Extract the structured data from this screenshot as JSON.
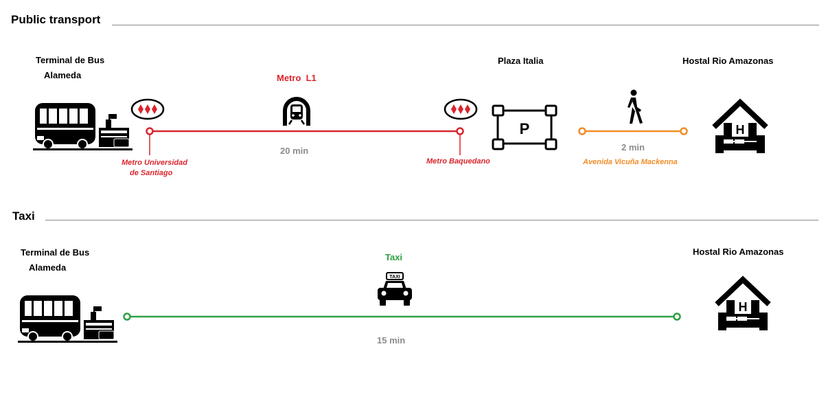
{
  "colors": {
    "metro": "#d9252d",
    "walk": "#f28c28",
    "taxi": "#2ea043",
    "muted": "#8c8c8c",
    "ink": "#000000"
  },
  "public_transport": {
    "title": "Public transport",
    "origin": {
      "line1": "Terminal de Bus",
      "line2": "Alameda",
      "icon": "bus-terminal-icon"
    },
    "metro_badge_icon": "metro-logo-icon",
    "metro_line_label": "Metro  L1",
    "metro_duration": "20 min",
    "station_start": {
      "line1": "Metro Universidad",
      "line2": "de Santiago"
    },
    "station_end": "Metro Baquedano",
    "transfer_point": {
      "label": "Plaza Italia",
      "icon": "parking-icon",
      "glyph": "P"
    },
    "walk_duration": "2 min",
    "walk_street": "Avenida Vicuña Mackenna",
    "destination": {
      "label": "Hostal Rio Amazonas",
      "icon": "hostel-icon",
      "glyph": "H"
    }
  },
  "taxi": {
    "title": "Taxi",
    "origin": {
      "line1": "Terminal de Bus",
      "line2": "Alameda",
      "icon": "bus-terminal-icon"
    },
    "line_label": "Taxi",
    "taxi_sign": "TAXI",
    "duration": "15 min",
    "destination": {
      "label": "Hostal Rio Amazonas",
      "icon": "hostel-icon",
      "glyph": "H"
    }
  }
}
